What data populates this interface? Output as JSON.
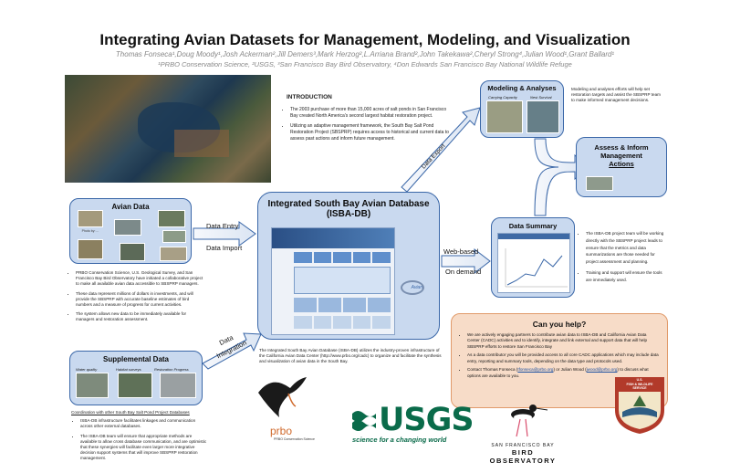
{
  "header": {
    "title": "Integrating Avian Datasets for Management, Modeling, and Visualization",
    "authors": "Thomas Fonseca¹,Doug Moody¹,Josh Ackerman²,Jill Demers³,Mark Herzog²,L.Arriana Brand²,John Takekawa²,Cheryl Strong⁴,Julian Wood¹,Grant Ballard¹",
    "affiliations": "¹PRBO Conservation Science, ²USGS, ³San Francisco Bay Bird Observatory, ⁴Don Edwards San Francisco Bay National Wildlife Refuge"
  },
  "introduction": {
    "heading": "INTRODUCTION",
    "bullets": [
      "The 2003 purchase of more than 15,000 acres of salt ponds in San Francisco Bay created North America's second largest habitat restoration project.",
      "Utilizing an adaptive management framework, the South Bay Salt Pond Restoration Project (SBSPRP) requires access to historical and current data to assess past actions and inform future management."
    ]
  },
  "avian_data": {
    "title": "Avian Data",
    "photo_captions": [
      "Photo by: ...",
      "",
      "",
      "",
      "",
      ""
    ],
    "bullets": [
      "PRBO Conservation Science, U.S. Geological Survey, and San Francisco Bay Bird Observatory have initiated a collaborative project to make all available avian data accessible to SBSPRP managers.",
      "These data represent millions of dollars in investments, and will provide the SBSPRP with accurate baseline estimates of bird numbers and a measure of progress for current activities.",
      "The system allows new data to be immediately available for managers and restoration assessment."
    ]
  },
  "supplemental_data": {
    "title": "Supplemental Data",
    "labels": [
      "Water quality",
      "Habitat surveys",
      "Restoration Progress"
    ],
    "coordination_heading": "Coordination with other South Bay Salt Pond Project Databases",
    "bullets": [
      "ISBA-DB infrastructure facilitates linkages and communication across other external databases.",
      "The ISBA-DB team will ensure that appropriate methods are available to allow cross database communication, and are optimistic that these synergies will facilitate even larger more integrative decision support systems that will improve SBSPRP restoration management."
    ]
  },
  "database": {
    "title": "Integrated South Bay Avian Database",
    "subtitle": "(ISBA-DB)",
    "r_label": "Avian",
    "description": "The Integrated South Bay Avian Database (ISBA-DB) utilizes the industry-proven infrastructure of the California Avian Data Center (http://www.prbo.org/cadc) to organize and facilitate the synthesis and visualization of avian data in the South Bay."
  },
  "arrows": {
    "data_entry": "Data Entry",
    "data_import": "Data Import",
    "data_integration_1": "Data",
    "data_integration_2": "Integration",
    "web_based": "Web-based",
    "on_demand": "On demand",
    "data_export": "Data Export"
  },
  "modeling": {
    "title": "Modeling & Analyses",
    "labels": [
      "Carrying Capacity",
      "Nest Survival"
    ],
    "description": "Modeling  and analyses efforts will help set restoration targets and assist the SBSPRP team to make informed management decisions."
  },
  "assess": {
    "title_1": "Assess & Inform",
    "title_2": "Management",
    "title_3": "Actions"
  },
  "data_summary": {
    "title": "Data Summary",
    "bullets": [
      "The ISBA-DB project team will be working directly with the SBSPRP project leads to ensure that the metrics and data summarizations are those needed for project assessment and planning.",
      "Training and support will ensure the tools are immediately used."
    ]
  },
  "help": {
    "title": "Can you help?",
    "bullet_1": "We are actively engaging partners to contribute avian data to ISBA-DB and California Avian Data Center (CADC) activities and to identify, integrate and link external and support data that will help SBSPRP efforts to restore San Francisco Bay",
    "bullet_2": "As a data contributor you will be provided access to all core CADC applications which may include data entry, reporting and summary tools, depending on the data type and protocols used.",
    "bullet_3_pre": "Contact Thomas Fonseca (",
    "email_1": "tfonseca@prbo.org",
    "bullet_3_mid": ") or Julian Wood (",
    "email_2": "jwood@prbo.org",
    "bullet_3_post": ") to discuss what options are available to you."
  },
  "logos": {
    "prbo": "prbo",
    "prbo_sub": "PRBO Conservation Science",
    "usgs": "USGS",
    "usgs_tag": "science for a changing world",
    "sfbbo_1": "SAN FRANCISCO BAY",
    "sfbbo_2": "BIRD OBSERVATORY",
    "fws_1": "U.S.",
    "fws_2": "FISH & WILDLIFE",
    "fws_3": "SERVICE"
  },
  "colors": {
    "panel_fill": "#c9d9ef",
    "panel_border": "#3a67a8",
    "help_fill": "#f7dcc8",
    "help_border": "#e19a6a",
    "usgs_green": "#0a6b4a",
    "prbo_orange": "#d06a2c"
  }
}
